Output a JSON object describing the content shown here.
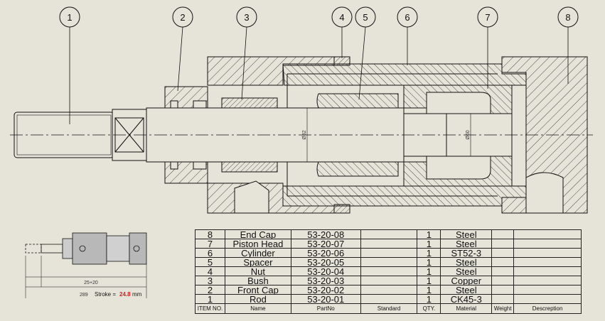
{
  "balloons": [
    "1",
    "2",
    "3",
    "4",
    "5",
    "6",
    "7",
    "8"
  ],
  "dims": {
    "rod_dia": "Ø32",
    "piston_dia": "Ø60"
  },
  "thumbnail": {
    "length_label": "25+20",
    "total_label": "289",
    "stroke_label": "Stroke =",
    "stroke_value": "24.8",
    "stroke_unit": "mm"
  },
  "bom": {
    "headers": [
      "ITEM NO.",
      "Name",
      "PartNo",
      "Standard",
      "QTY.",
      "Material",
      "Weight",
      "Descreption"
    ],
    "rows": [
      {
        "item": "8",
        "name": "End Cap",
        "partno": "53-20-08",
        "standard": "",
        "qty": "1",
        "material": "Steel",
        "weight": "",
        "desc": ""
      },
      {
        "item": "7",
        "name": "Piston Head",
        "partno": "53-20-07",
        "standard": "",
        "qty": "1",
        "material": "Steel",
        "weight": "",
        "desc": ""
      },
      {
        "item": "6",
        "name": "Cylinder",
        "partno": "53-20-06",
        "standard": "",
        "qty": "1",
        "material": "ST52-3",
        "weight": "",
        "desc": ""
      },
      {
        "item": "5",
        "name": "Spacer",
        "partno": "53-20-05",
        "standard": "",
        "qty": "1",
        "material": "Steel",
        "weight": "",
        "desc": ""
      },
      {
        "item": "4",
        "name": "Nut",
        "partno": "53-20-04",
        "standard": "",
        "qty": "1",
        "material": "Steel",
        "weight": "",
        "desc": ""
      },
      {
        "item": "3",
        "name": "Bush",
        "partno": "53-20-03",
        "standard": "",
        "qty": "1",
        "material": "Copper",
        "weight": "",
        "desc": ""
      },
      {
        "item": "2",
        "name": "Front Cap",
        "partno": "53-20-02",
        "standard": "",
        "qty": "1",
        "material": "Steel",
        "weight": "",
        "desc": ""
      },
      {
        "item": "1",
        "name": "Rod",
        "partno": "53-20-01",
        "standard": "",
        "qty": "1",
        "material": "CK45-3",
        "weight": "",
        "desc": ""
      }
    ]
  },
  "colors": {
    "background": "#e6e4d9",
    "line": "#111111",
    "stroke_value": "#d02020"
  }
}
